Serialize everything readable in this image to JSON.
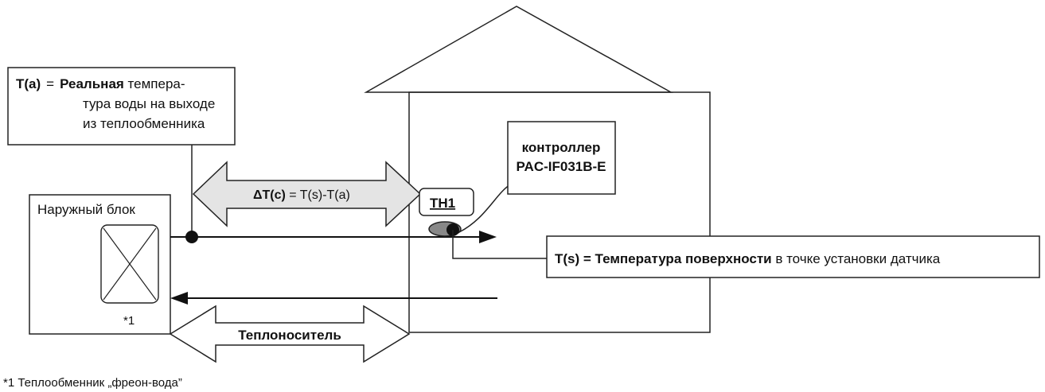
{
  "ta_box": {
    "label": "T(a)",
    "eq": "=",
    "bold_word": "Реальная",
    "line1_rest": " темпера-",
    "line2": "тура воды на выходе",
    "line3": "из теплообменника"
  },
  "delta_box": {
    "label": "ΔT(c)",
    "formula": " = T(s)-T(a)"
  },
  "th1_label": "TH1",
  "controller": {
    "line1": "контроллер",
    "line2": "PAC-IF031B-E"
  },
  "outdoor_unit_label": "Наружный блок",
  "heat_exchanger_mark": "*1",
  "ts_box": {
    "label": "T(s)",
    "eq": " = ",
    "bold_phrase": "Температура поверхности",
    "rest": " в точке установки датчика"
  },
  "coolant_label": "Теплоноситель",
  "footnote": "*1 Теплообменник „фреон-вода”"
}
